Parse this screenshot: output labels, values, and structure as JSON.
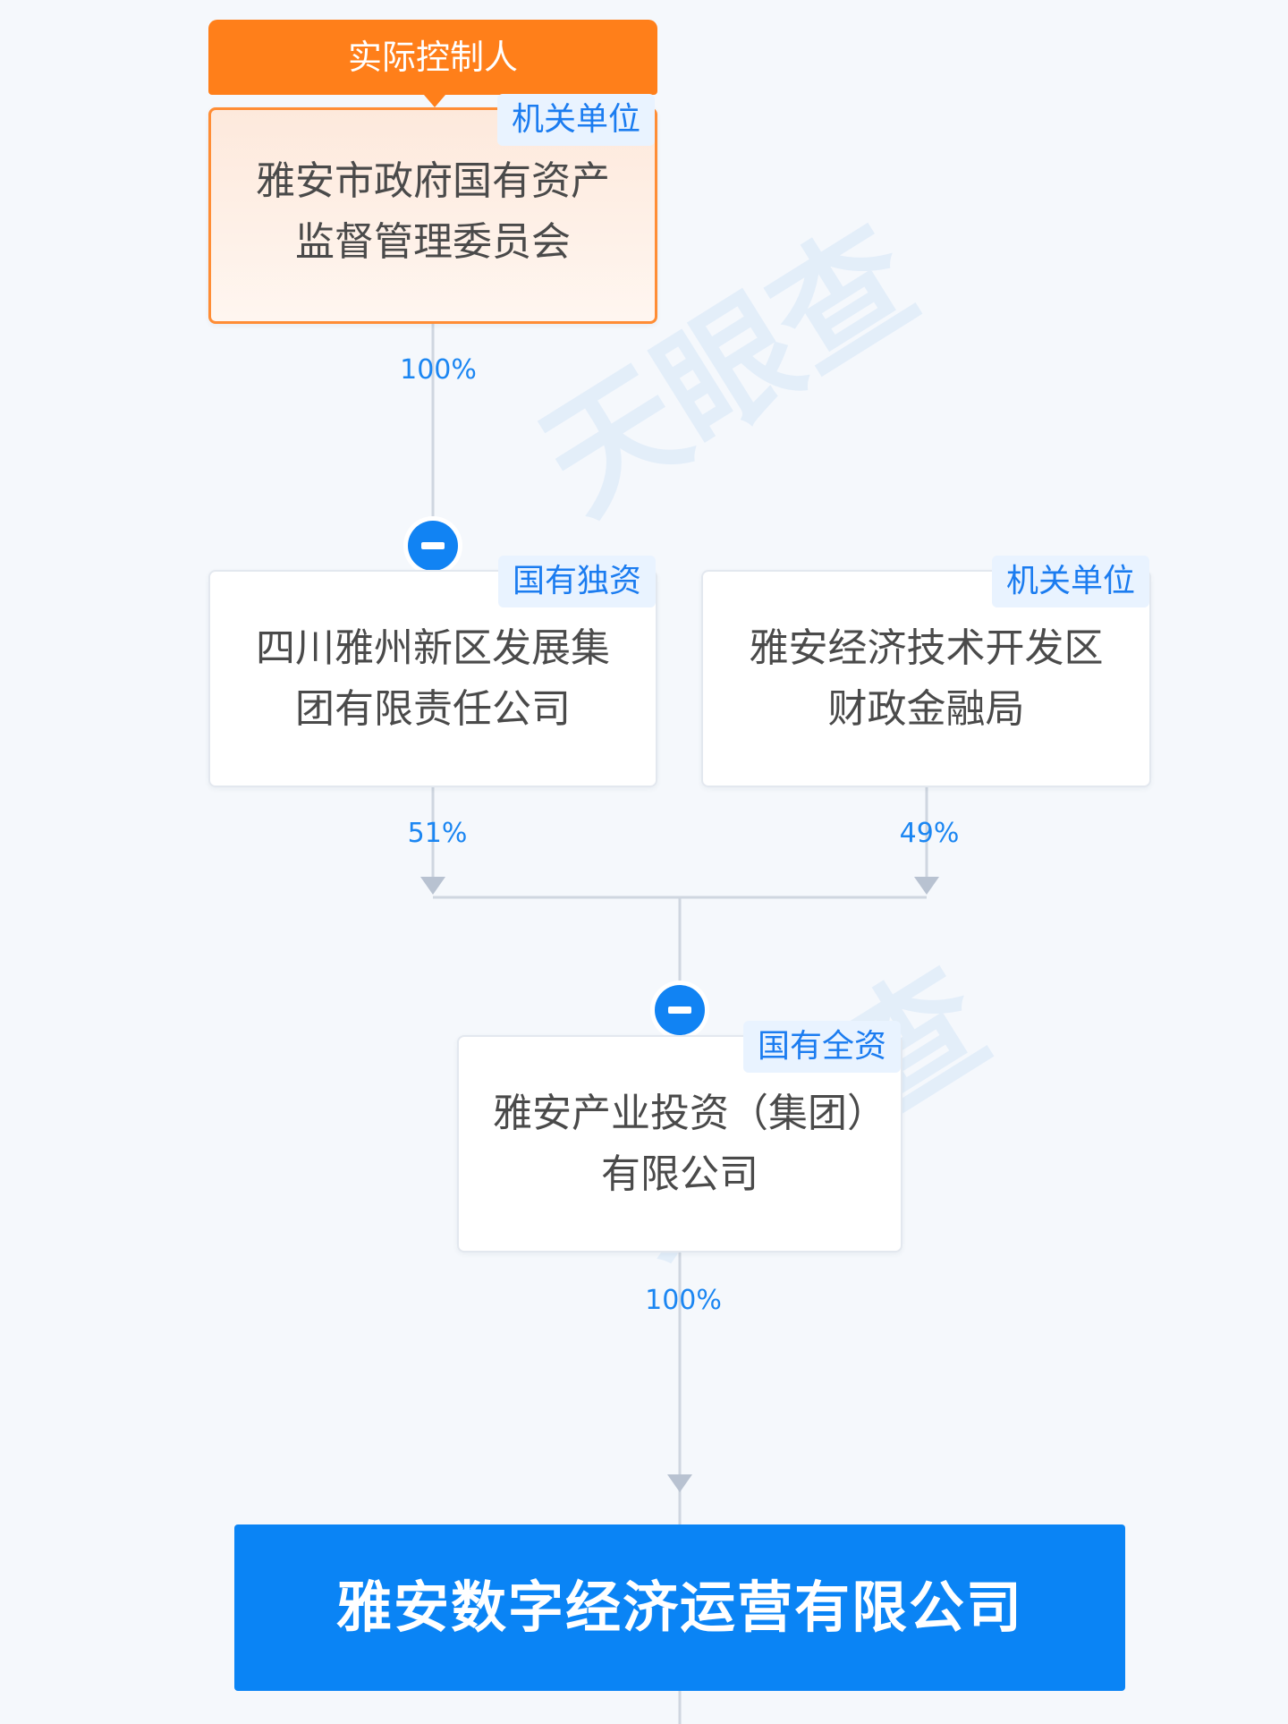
{
  "colors": {
    "background": "#f5f8fc",
    "controller_accent": "#ff7f1a",
    "primary_blue": "#0a84f5",
    "tag_blue": "#1b7cf0",
    "connector_gray": "#cfd6e0"
  },
  "controller_badge": {
    "label": "实际控制人"
  },
  "nodes": {
    "controller": {
      "name": "雅安市政府国有资产监督管理委员会",
      "tag": "机关单位"
    },
    "shareholder_a": {
      "name": "四川雅州新区发展集团有限责任公司",
      "tag": "国有独资"
    },
    "shareholder_b": {
      "name": "雅安经济技术开发区财政金融局",
      "tag": "机关单位"
    },
    "parent": {
      "name": "雅安产业投资（集团）有限公司",
      "tag": "国有全资"
    },
    "target": {
      "name": "雅安数字经济运营有限公司"
    }
  },
  "edges": {
    "controller_to_a": "100%",
    "a_to_parent": "51%",
    "b_to_parent": "49%",
    "parent_to_target": "100%"
  },
  "icons": {
    "collapse": "minus-circle-icon",
    "arrow": "arrow-down-icon"
  }
}
